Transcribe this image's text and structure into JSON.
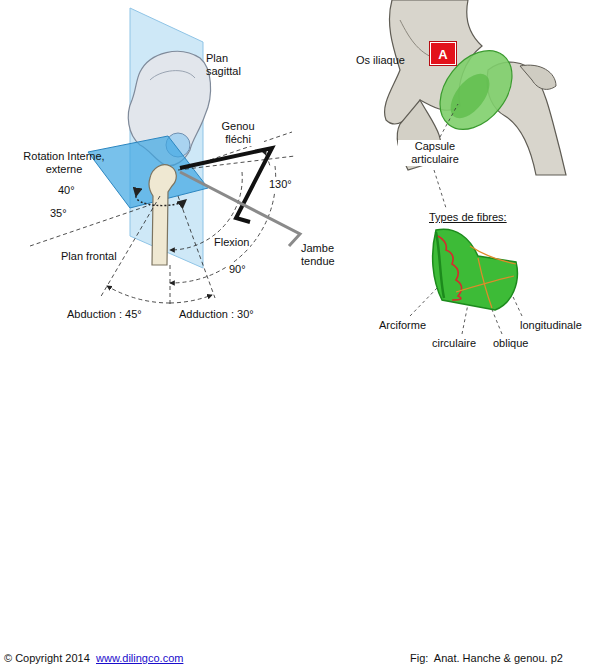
{
  "diagram": {
    "caption": "Fig:  Anat. Hanche & genou. p2",
    "nodes": [
      {
        "text": [
          "A"
        ]
      }
    ],
    "labels": [
      "Plan sagittal",
      "Genou fléchi",
      "Rotation Interne, externe",
      "40°",
      "35°",
      "130°",
      "Plan frontal",
      "Flexion",
      "Jambe tendue",
      "90°",
      "Abduction : 45°",
      "Adduction : 30°",
      "Os iliaque",
      "Capsule articulaire",
      "Types de fibres:",
      "Arciforme",
      "circulaire",
      "oblique",
      "longitudinale",
      "© Copyright 2014",
      "www.dilingco.com"
    ]
  }
}
